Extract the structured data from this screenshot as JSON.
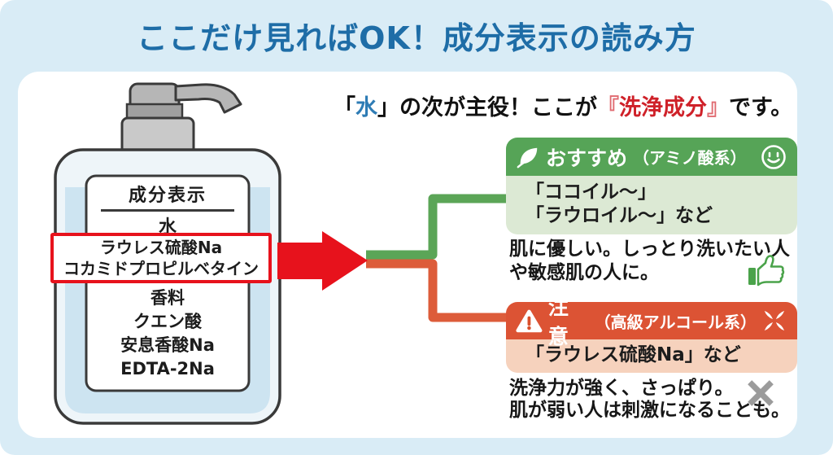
{
  "title": "ここだけ見ればOK！成分表示の読み方",
  "headline": {
    "open": "「",
    "water": "水",
    "close": "」",
    "mid": "の次が主役！ここが",
    "q_open": "『",
    "cleansing": "洗浄成分",
    "q_close": "』",
    "suffix": "です。"
  },
  "bottle": {
    "label_title": "成分表示",
    "first_ingredient": "水",
    "highlighted": [
      "ラウレス硫酸Na",
      "コカミドプロピルベタイン"
    ],
    "other_ingredients": [
      "香料",
      "クエン酸",
      "安息香酸Na",
      "EDTA-2Na"
    ]
  },
  "recommend": {
    "header": "おすすめ",
    "header_sub": "（アミノ酸系）",
    "examples": [
      "「ココイル〜」",
      "「ラウロイル〜」など"
    ],
    "description": [
      "肌に優しい。しっとり洗いたい人",
      "や敏感肌の人に。"
    ]
  },
  "caution": {
    "header": "注意",
    "header_sub": "（高級アルコール系）",
    "examples": [
      "「ラウレス硫酸Na」など"
    ],
    "description": [
      "洗浄力が強く、さっぱり。",
      "肌が弱い人は刺激になることも。"
    ]
  },
  "icons": {
    "leaf": "leaf-icon",
    "smiley": "smiley-face-icon",
    "thumbs_up": "thumbs-up-icon",
    "warning": "warning-triangle-icon",
    "anger": "anger-mark-icon",
    "cross": "cross-icon",
    "arrow": "red-arrow-icon"
  },
  "colors": {
    "title_blue": "#1e6da7",
    "accent_red": "#e7121c",
    "water_blue": "#2e7cb5",
    "cleansing_red": "#cf2129",
    "recommend_green": "#56a457",
    "recommend_green_light": "#dce9d4",
    "caution_orange": "#dc5334",
    "caution_orange_light": "#f6d2bd",
    "background_blue": "#d9ecf6"
  }
}
